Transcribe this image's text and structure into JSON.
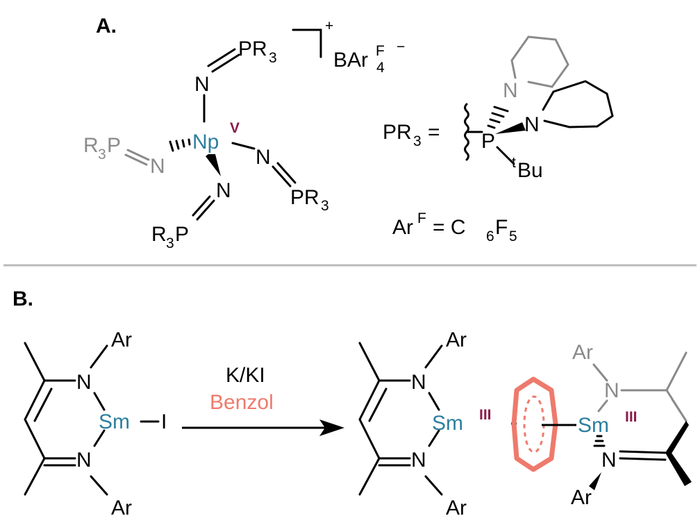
{
  "panel_a": {
    "label": "A.",
    "charge_plus": "+",
    "counterion_main": "BAr",
    "counterion_sup": "F",
    "counterion_sub": "4",
    "counterion_charge": "−",
    "center_metal": "Np",
    "center_ox": "V",
    "n_atom": "N",
    "pr3_main": "PR",
    "pr3_sub": "3",
    "r3p_main": "R",
    "r3p_sub": "3",
    "r3p_p": "P",
    "pr3_def_main": "PR",
    "pr3_def_sub": "3",
    "equals": "=",
    "phos_p": "P",
    "phos_tbu_sup": "t",
    "phos_tbu": "Bu",
    "arf_main": "Ar",
    "arf_sup": "F",
    "arf_eq": "= C",
    "arf_sub1": "6",
    "arf_f": "F",
    "arf_sub2": "5"
  },
  "panel_b": {
    "label": "B.",
    "ar": "Ar",
    "n_atom": "N",
    "sm": "Sm",
    "iodine": "I",
    "sm_ox": "III",
    "reagent": "K/KI",
    "solvent": "Benzol"
  },
  "colors": {
    "metal": "#2d7f9e",
    "oxidation_state": "#8a1c4a",
    "benzene": "#ee7a6c",
    "faded": "#8a8a8a",
    "divider": "#bbbbbb"
  }
}
